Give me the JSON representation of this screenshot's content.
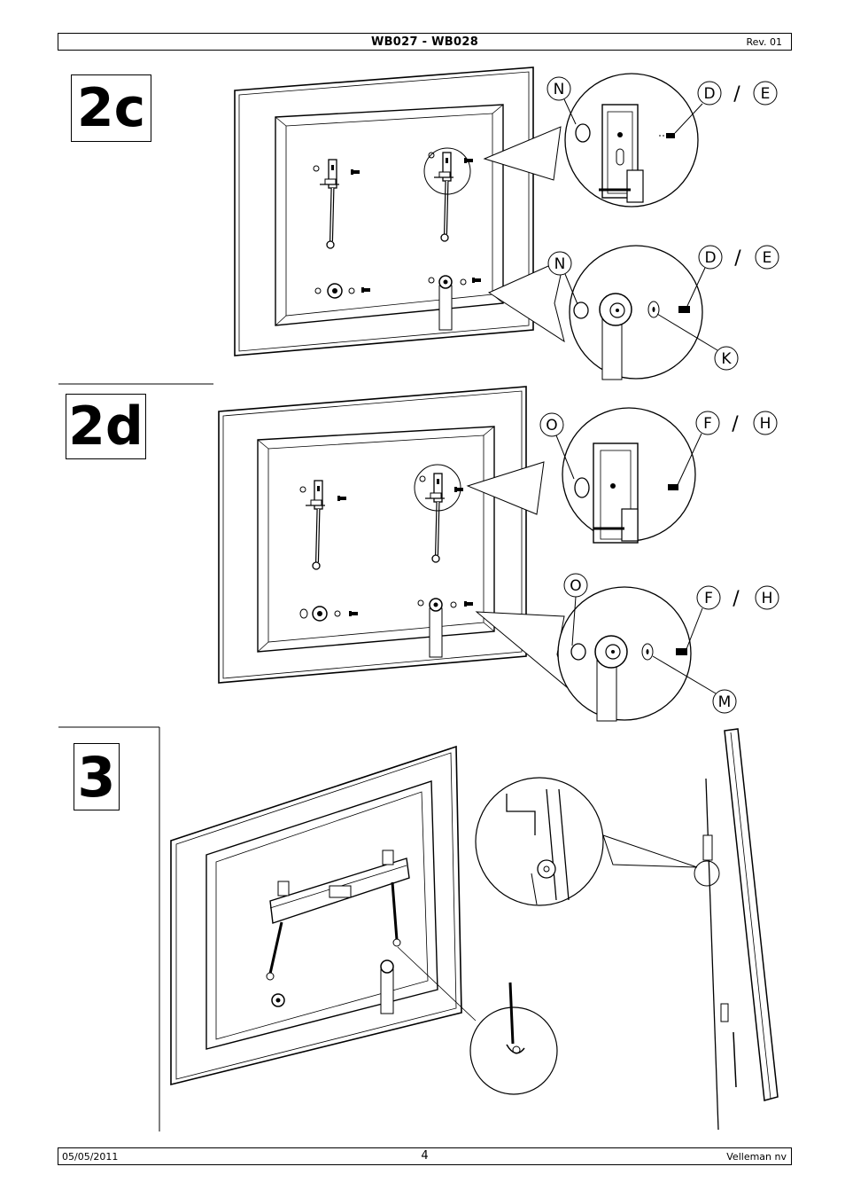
{
  "header": {
    "title": "WB027 - WB028",
    "revision": "Rev. 01"
  },
  "footer": {
    "date": "05/05/2011",
    "page": "4",
    "company": "Velleman nv"
  },
  "steps": {
    "s2c": {
      "label": "2c",
      "tags": {
        "top_left": "N",
        "top_a": "D",
        "top_b": "E",
        "bot_left": "N",
        "bot_a": "D",
        "bot_b": "E",
        "washer": "K",
        "slash": "/"
      }
    },
    "s2d": {
      "label": "2d",
      "tags": {
        "top_left": "O",
        "top_a": "F",
        "top_b": "H",
        "bot_left": "O",
        "bot_a": "F",
        "bot_b": "H",
        "washer": "M",
        "slash": "/"
      }
    },
    "s3": {
      "label": "3"
    }
  }
}
